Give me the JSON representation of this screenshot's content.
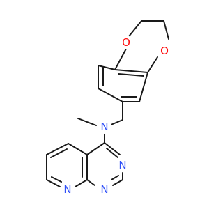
{
  "molecule": {
    "atoms": {
      "o1": {
        "symbol": "O"
      },
      "o2": {
        "symbol": "O"
      },
      "n_amine": {
        "symbol": "N"
      },
      "n_pyrimidine_a": {
        "symbol": "N"
      },
      "n_pyrimidine_b": {
        "symbol": "N"
      },
      "n_pyridine": {
        "symbol": "N"
      }
    },
    "colors": {
      "bond": "#1a1a1a",
      "oxygen": "#ff0d0d",
      "nitrogen": "#3050f8",
      "background": "#ffffff"
    }
  }
}
